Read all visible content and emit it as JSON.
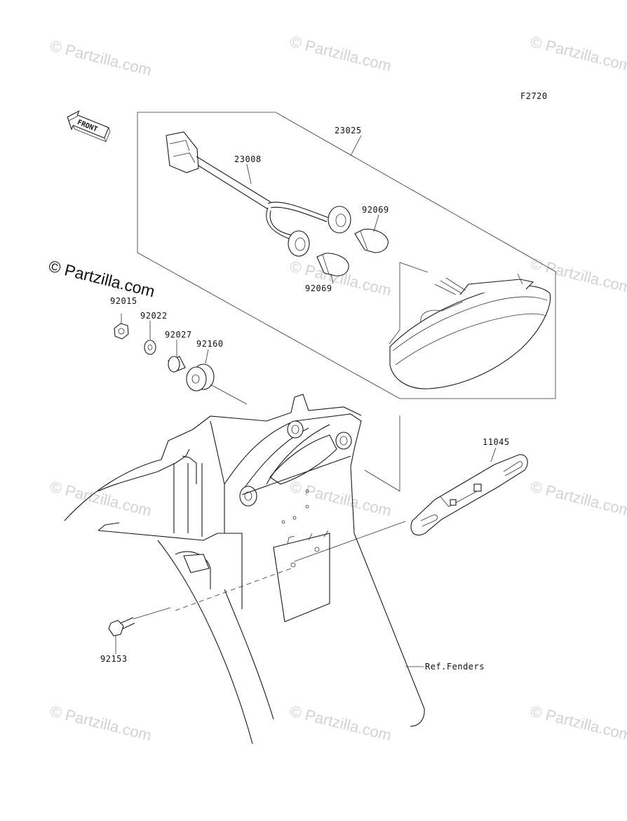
{
  "figure_code": "F2720",
  "front_label": "FRONT",
  "parts": [
    {
      "number": "23025"
    },
    {
      "number": "23008"
    },
    {
      "number": "92069"
    },
    {
      "number": "92069"
    },
    {
      "number": "92015"
    },
    {
      "number": "92022"
    },
    {
      "number": "92027"
    },
    {
      "number": "92160"
    },
    {
      "number": "11045"
    },
    {
      "number": "92153"
    }
  ],
  "reference_label": "Ref.Fenders",
  "watermark_text": "© Partzilla.com",
  "colors": {
    "line": "#1a1a1a",
    "watermark": "#d2d2d2",
    "background": "#ffffff"
  }
}
